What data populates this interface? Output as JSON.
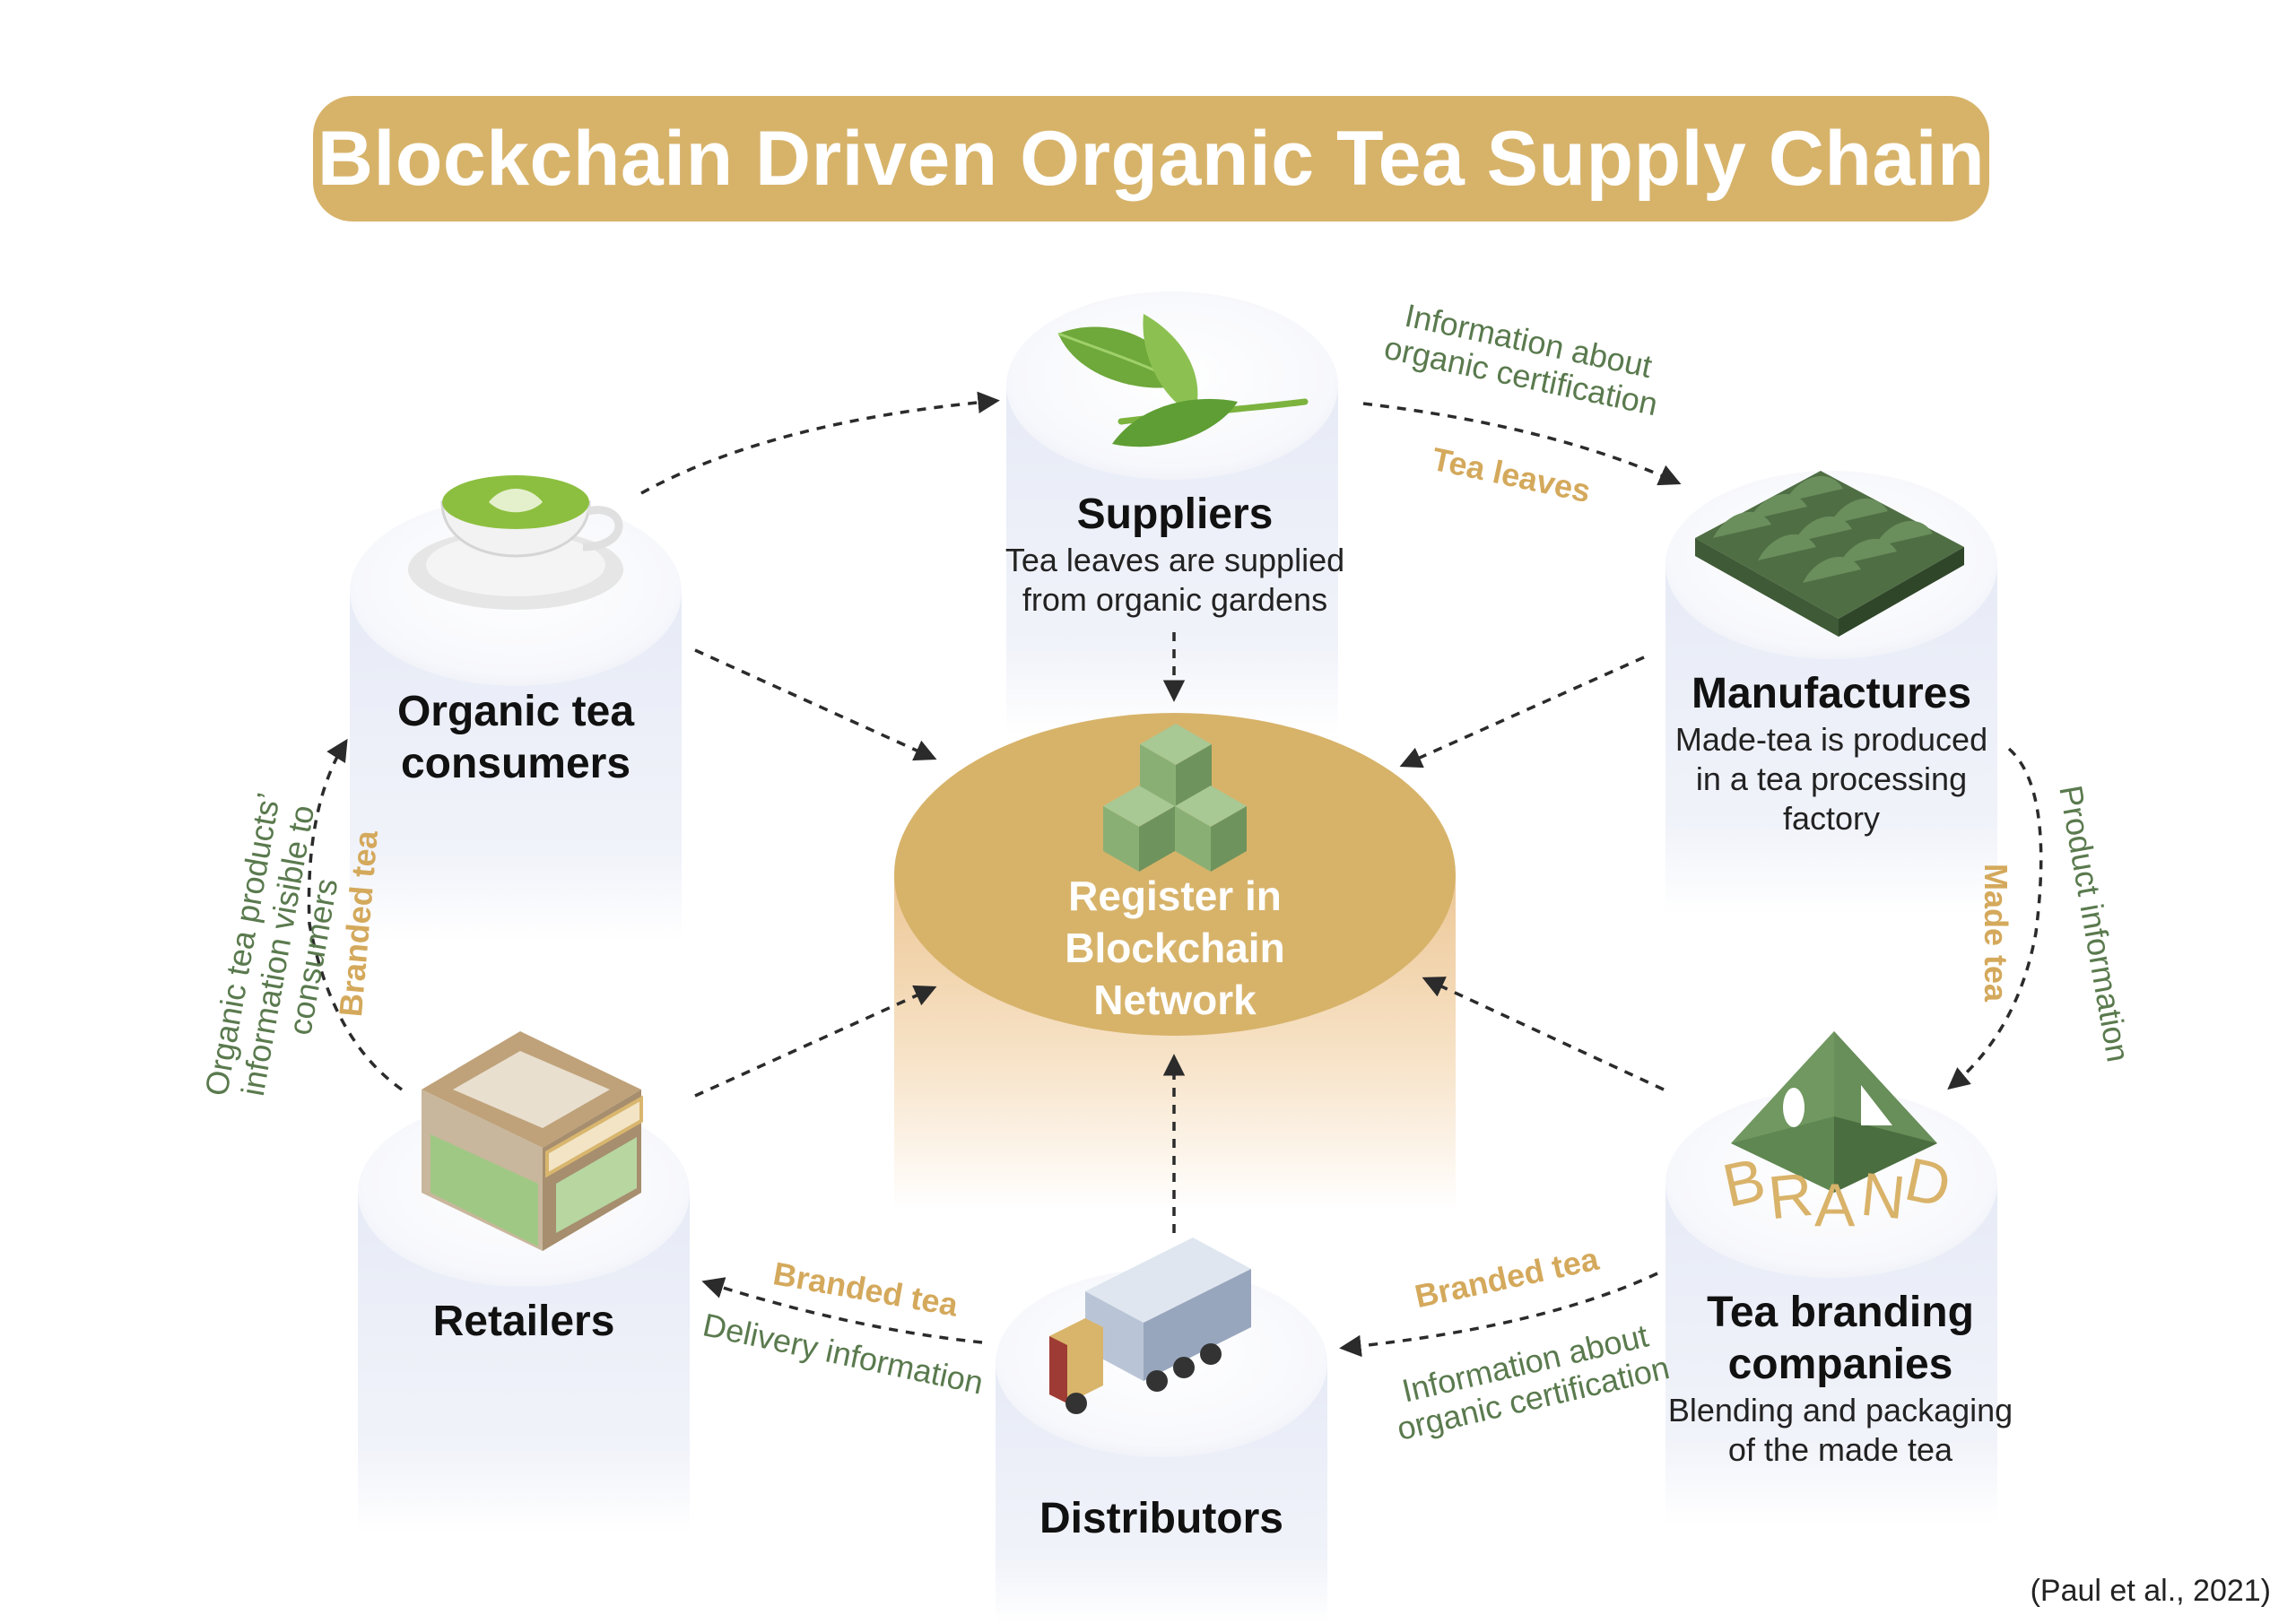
{
  "title": "Blockchain Driven Organic Tea Supply Chain",
  "center": {
    "title_lines": [
      "Register in",
      "Blockchain",
      "Network"
    ]
  },
  "nodes": {
    "suppliers": {
      "title": "Suppliers",
      "desc_lines": [
        "Tea leaves are supplied",
        "from organic gardens"
      ],
      "icon": "tea-leaf-icon"
    },
    "manufactures": {
      "title": "Manufactures",
      "desc_lines": [
        "Made-tea is produced",
        "in a tea processing",
        "factory"
      ],
      "icon": "factory-icon"
    },
    "branding": {
      "title_lines": [
        "Tea branding",
        "companies"
      ],
      "desc_lines": [
        "Blending and packaging",
        "of the made tea"
      ],
      "icon": "brand-pyramid-icon",
      "brand_letters": [
        "B",
        "R",
        "A",
        "N",
        "D"
      ]
    },
    "distributors": {
      "title": "Distributors",
      "icon": "truck-icon"
    },
    "retailers": {
      "title": "Retailers",
      "icon": "store-icon"
    },
    "consumers": {
      "title_lines": [
        "Organic tea",
        "consumers"
      ],
      "icon": "tea-cup-icon"
    }
  },
  "flows": {
    "suppliers_to_manufactures": {
      "info_lines": [
        "Information about",
        "organic certification"
      ],
      "goods": "Tea leaves"
    },
    "manufactures_to_branding": {
      "info": "Product information",
      "goods": "Made tea"
    },
    "branding_to_distributors": {
      "info_lines": [
        "Information about",
        "organic certification"
      ],
      "goods": "Branded tea"
    },
    "distributors_to_retailers": {
      "info": "Delivery information",
      "goods": "Branded tea"
    },
    "retailers_to_consumers": {
      "info_lines": [
        "Organic tea products’",
        "information visible to",
        "consumers"
      ],
      "goods": "Branded tea"
    }
  },
  "citation": "(Paul et al., 2021)",
  "colors": {
    "gold": "#d7b36a",
    "green_text": "#5a7a4e",
    "gold_text": "#d4a95c",
    "cube": "#8aaf74",
    "factory": "#4f6e44"
  }
}
